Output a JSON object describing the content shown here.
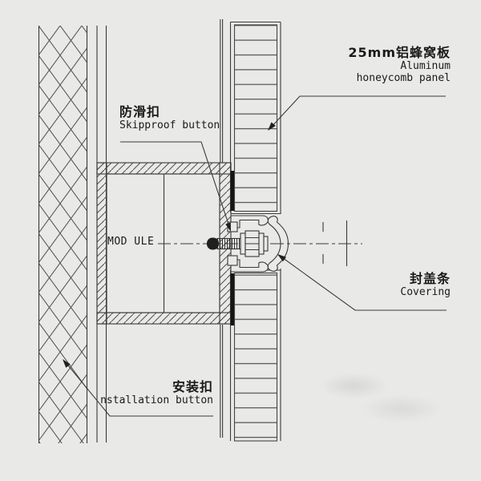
{
  "colors": {
    "background": "#e9e9e7",
    "line": "#3a3a3a",
    "text": "#1a1a1a",
    "gasket": "#161616"
  },
  "module": {
    "label": "MOD ULE"
  },
  "callouts": {
    "honeycomb_panel": {
      "title_zh": "25mm铝蜂窝板",
      "title_en_line1": "Aluminum",
      "title_en_line2": "honeycomb panel"
    },
    "skipproof_button": {
      "title_zh": "防滑扣",
      "title_en": "Skipproof button"
    },
    "covering": {
      "title_zh": "封盖条",
      "title_en": "Covering"
    },
    "installation_button": {
      "title_zh": "安装扣",
      "title_en": "nstallation button"
    }
  }
}
